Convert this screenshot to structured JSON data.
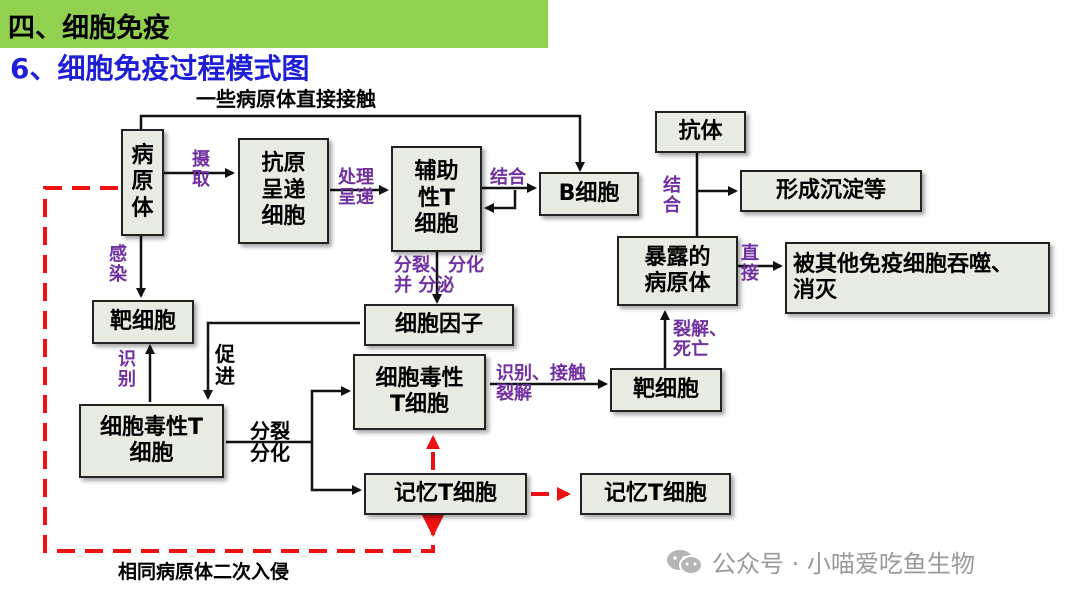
{
  "header": {
    "banner": "四、细胞免疫",
    "subtitle": "6、细胞免疫过程模式图"
  },
  "boxes": {
    "pathogen": "病\n原\n体",
    "apc": "抗原\n呈递\n细胞",
    "helper_t": "辅助\n性T\n细胞",
    "b_cell": "B细胞",
    "antibody": "抗体",
    "precipitate": "形成沉淀等",
    "exposed_pathogen": "暴露的\n病原体",
    "phagocytosis": "被其他免疫细胞吞噬、\n消灭",
    "target_cell_left": "靶细胞",
    "cytokine": "细胞因子",
    "cytotoxic_t_left": "细胞毒性T\n细胞",
    "cytotoxic_t_mid": "细胞毒性\nT细胞",
    "target_cell_right": "靶细胞",
    "memory_t_mid": "记忆T细胞",
    "memory_t_right": "记忆T细胞"
  },
  "labels": {
    "direct_contact": "一些病原体直接接触",
    "uptake": "摄\n取",
    "process_present": "处理\n呈递",
    "bind_b": "结合",
    "divide_secrete": "分裂、分化\n并    分泌",
    "infect": "感\n染",
    "recognize": "识\n别",
    "promote": "促\n进",
    "divide_differentiate": "分裂\n分化",
    "recognize_contact_lyse": "识别、接触\n裂解",
    "lyse_die": "裂解、\n死亡",
    "bind_antibody": "结\n合",
    "direct": "直\n接",
    "second_invasion": "相同病原体二次入侵"
  },
  "watermark": {
    "text": "公众号 · 小喵爱吃鱼生物"
  },
  "colors": {
    "banner": "#92d050",
    "subtitle": "#1f1fd8",
    "label": "#7030a0",
    "box_fill": "#e8ebe2",
    "dashed_red": "#ee1111"
  }
}
